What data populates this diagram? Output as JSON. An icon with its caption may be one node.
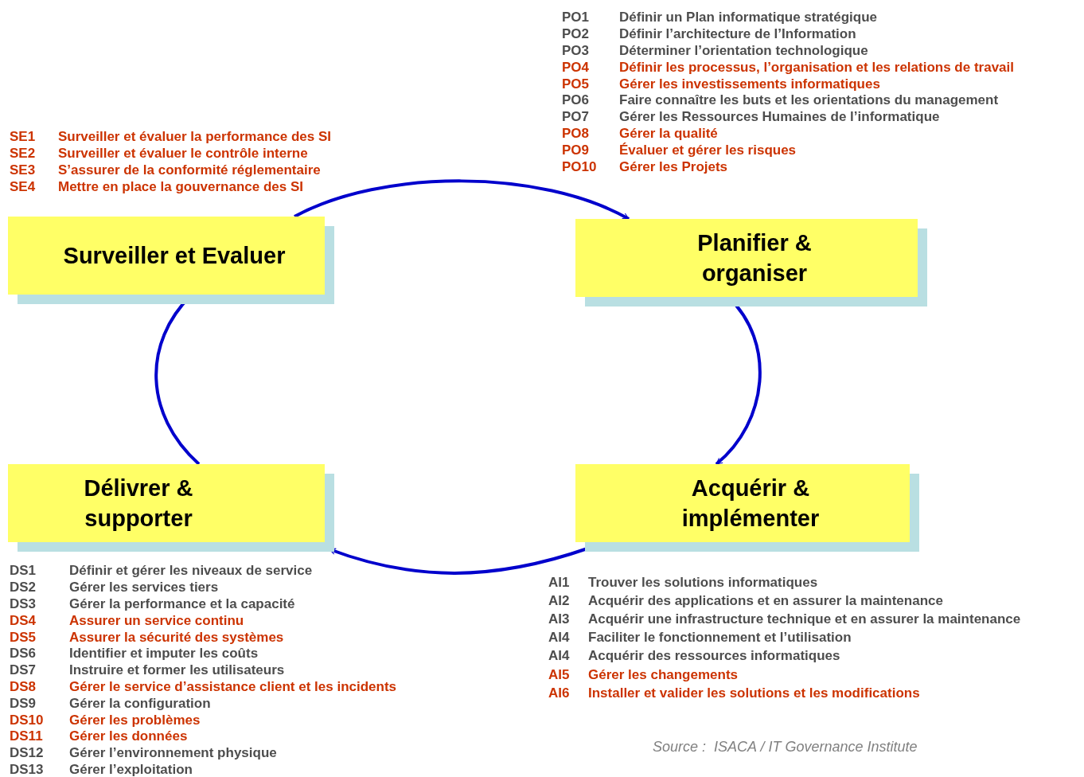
{
  "diagram": {
    "nodes": [
      {
        "text": [
          "Surveiller et Evaluer"
        ],
        "beside": [
          "SE1",
          "Surveiller et évaluer la performance des SI",
          "SE2",
          "Surveiller et évaluer le contrôle interne",
          "SE3",
          "S’assurer de la conformité réglementaire",
          "SE4",
          "Mettre en place la gouvernance des SI"
        ]
      },
      {
        "text": [
          "Planifier & organiser"
        ],
        "beside": [
          "PO1",
          "Définir un Plan informatique stratégique",
          "PO2",
          "Définir l’architecture de l’Information",
          "PO3",
          "Déterminer l’orientation technologique",
          "PO4",
          "Définir les processus, l’organisation et les relations de travail",
          "PO5",
          "Gérer les investissements informatiques",
          "PO6",
          "Faire connaître les buts et les orientations du management",
          "PO7",
          "Gérer les Ressources Humaines de l’informatique",
          "PO8",
          "Gérer la qualité",
          "PO9",
          "Évaluer et gérer les risques",
          "PO10",
          "Gérer les Projets"
        ]
      },
      {
        "text": [
          "Acquérir & implémenter"
        ],
        "beside": [
          "AI1",
          "Trouver les solutions informatiques",
          "AI2",
          "Acquérir des applications et en assurer la maintenance",
          "AI3",
          "Acquérir une infrastructure technique et en assurer la maintenance",
          "AI4",
          "Faciliter le fonctionnement et l’utilisation",
          "AI4",
          "Acquérir des ressources informatiques",
          "AI5",
          "Gérer les changements",
          "AI6",
          "Installer et valider les solutions et les modifications"
        ]
      },
      {
        "text": [
          "Délivrer & supporter"
        ],
        "beside": [
          "DS1",
          "Définir et gérer les niveaux de service",
          "DS2",
          "Gérer les services tiers",
          "DS3",
          "Gérer la performance et la capacité",
          "DS4",
          "Assurer un service continu",
          "DS5",
          "Assurer la sécurité des systèmes",
          "DS6",
          "Identifier et imputer les coûts",
          "DS7",
          "Instruire et former les utilisateurs",
          "DS8",
          "Gérer le service d’assistance client et les incidents",
          "DS9",
          "Gérer la configuration",
          "DS10",
          "Gérer les problèmes",
          "DS11",
          "Gérer les données",
          "DS12",
          "Gérer l’environnement physique",
          "DS13",
          "Gérer l’exploitation"
        ]
      }
    ],
    "edges": [
      {
        "from": 0,
        "to": 1,
        "arrow": "to"
      },
      {
        "from": 1,
        "to": 2,
        "arrow": "to"
      },
      {
        "from": 2,
        "to": 3,
        "arrow": "to"
      },
      {
        "from": 3,
        "to": 0,
        "arrow": "to"
      }
    ],
    "caption": "Source :  ISACA / IT Governance Institute"
  }
}
